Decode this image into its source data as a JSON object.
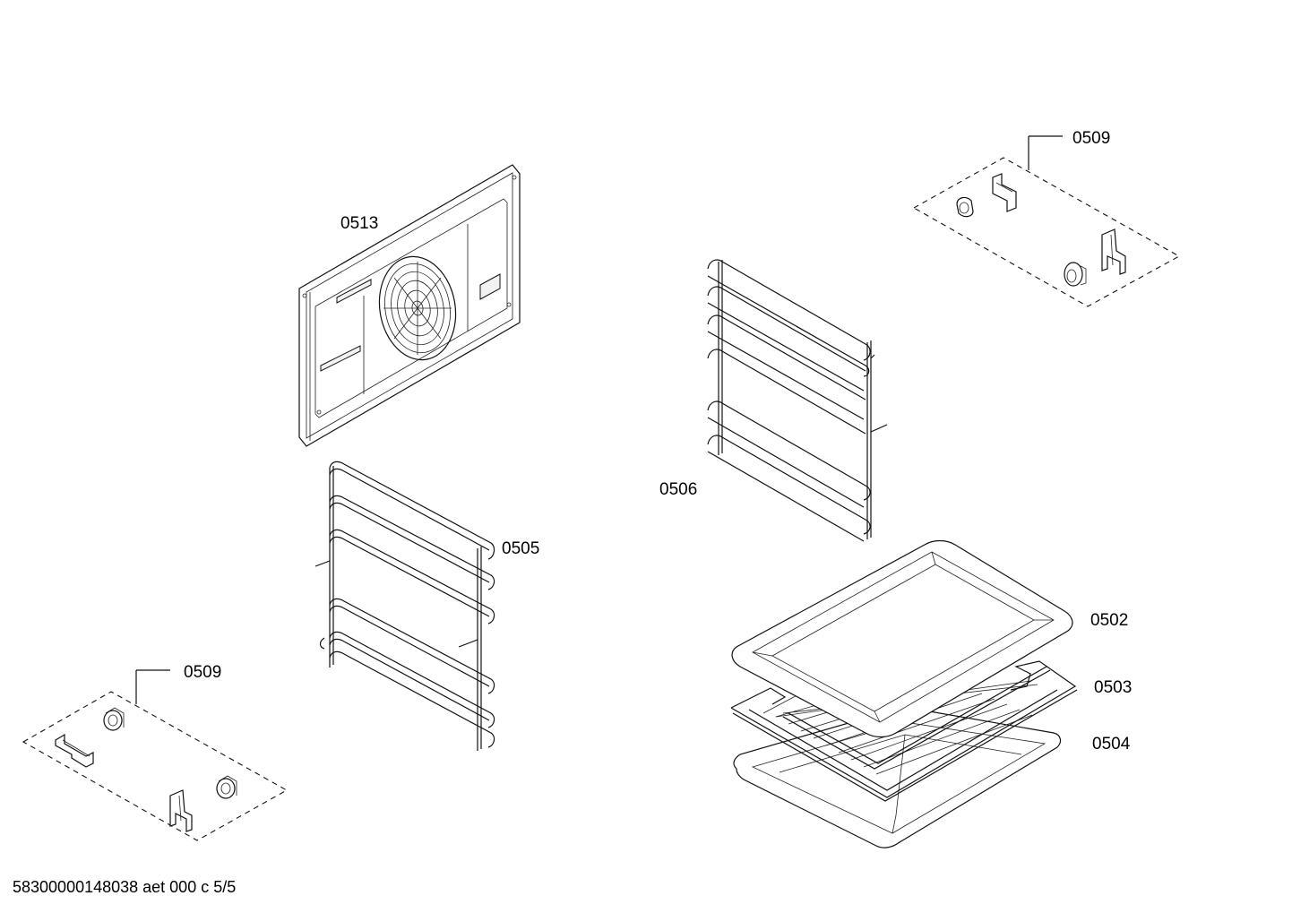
{
  "parts": [
    {
      "id": "fan-cover-back-panel",
      "label": "0513"
    },
    {
      "id": "left-shelf-support",
      "label": "0505"
    },
    {
      "id": "right-shelf-support",
      "label": "0506"
    },
    {
      "id": "mounting-parts-kit-top",
      "label": "0509"
    },
    {
      "id": "mounting-parts-kit-bottom",
      "label": "0509"
    },
    {
      "id": "baking-tray",
      "label": "0502"
    },
    {
      "id": "wire-rack",
      "label": "0503"
    },
    {
      "id": "universal-pan",
      "label": "0504"
    }
  ],
  "footer": "58300000148038 aet 000 c 5/5"
}
